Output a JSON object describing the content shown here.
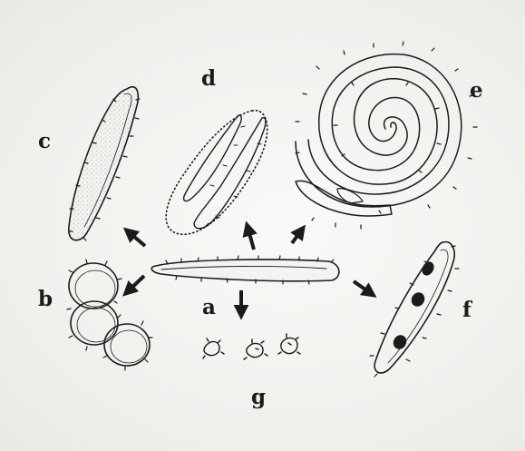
{
  "labels": {
    "a": "a",
    "b": "b",
    "c": "c",
    "d": "d",
    "e": "e",
    "f": "f",
    "g": "g"
  },
  "colors": {
    "ink": "#1b1b1b",
    "paper": "#f3f3f1",
    "stipple": "#9a9a9a"
  }
}
